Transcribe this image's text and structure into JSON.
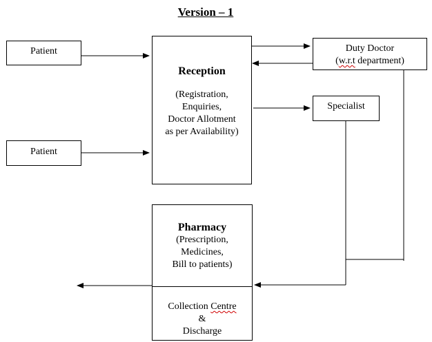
{
  "title": "Version – 1",
  "patient_top": "Patient",
  "patient_bottom": "Patient",
  "reception": {
    "heading": "Reception",
    "lines": [
      "(Registration,",
      "Enquiries,",
      "Doctor Allotment",
      "as per Availability)"
    ]
  },
  "duty_doctor": {
    "line1": "Duty Doctor",
    "line2_prefix": "(",
    "line2_abbrev": "w.r.t",
    "line2_suffix": " department)"
  },
  "specialist": "Specialist",
  "pharmacy": {
    "heading": "Pharmacy",
    "lines": [
      "(Prescription,",
      "Medicines,",
      "Bill to patients)"
    ]
  },
  "collection": {
    "line1_a": "Collection ",
    "line1_b": "Centre",
    "line2": "&",
    "line3": "Discharge"
  }
}
